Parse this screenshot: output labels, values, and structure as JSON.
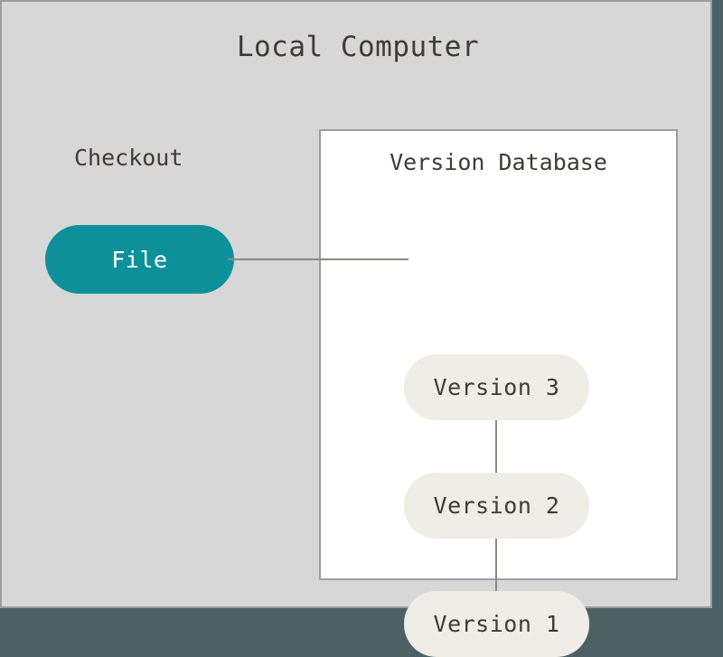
{
  "diagram": {
    "title": "Local Computer",
    "colors": {
      "page_background": "#4d6066",
      "frame_background": "#d7d7d7",
      "frame_border": "#9d9d9d",
      "panel_background": "#ffffff",
      "panel_border": "#9d9d9d",
      "checkout_node_fill": "#0d9099",
      "checkout_node_text": "#ffffff",
      "version_node_fill": "#eeeee6",
      "text": "#403a38",
      "connector": "#8a8a82"
    },
    "checkout": {
      "label": "Checkout",
      "node_label": "File"
    },
    "version_database": {
      "title": "Version Database",
      "versions": [
        {
          "label": "Version 3"
        },
        {
          "label": "Version 2"
        },
        {
          "label": "Version 1"
        }
      ]
    }
  }
}
